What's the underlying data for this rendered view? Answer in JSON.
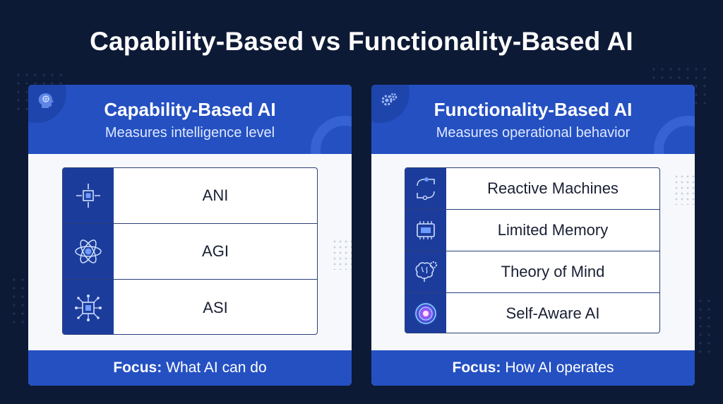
{
  "title": "Capability-Based vs Functionality-Based AI",
  "left_panel": {
    "header_icon": "brain-head-icon",
    "title": "Capability-Based AI",
    "subtitle": "Measures intelligence level",
    "rows": [
      {
        "label": "ANI",
        "icon": "chip-icon"
      },
      {
        "label": "AGI",
        "icon": "atom-icon"
      },
      {
        "label": "ASI",
        "icon": "circuit-chip-icon"
      }
    ],
    "footer_bold": "Focus:",
    "footer_text": "What AI can do"
  },
  "right_panel": {
    "header_icon": "gears-icon",
    "title": "Functionality-Based AI",
    "subtitle": "Measures operational behavior",
    "rows": [
      {
        "label": "Reactive Machines",
        "icon": "cycle-arrows-icon"
      },
      {
        "label": "Limited Memory",
        "icon": "memory-chip-icon"
      },
      {
        "label": "Theory of Mind",
        "icon": "brain-gear-icon"
      },
      {
        "label": "Self-Aware AI",
        "icon": "glowing-orb-icon"
      }
    ],
    "footer_bold": "Focus:",
    "footer_text": "How AI operates"
  },
  "colors": {
    "background": "#0d1a36",
    "accent_blue": "#2450c2",
    "icon_cell": "#1c3c9c",
    "panel_bg": "#ffffff"
  }
}
